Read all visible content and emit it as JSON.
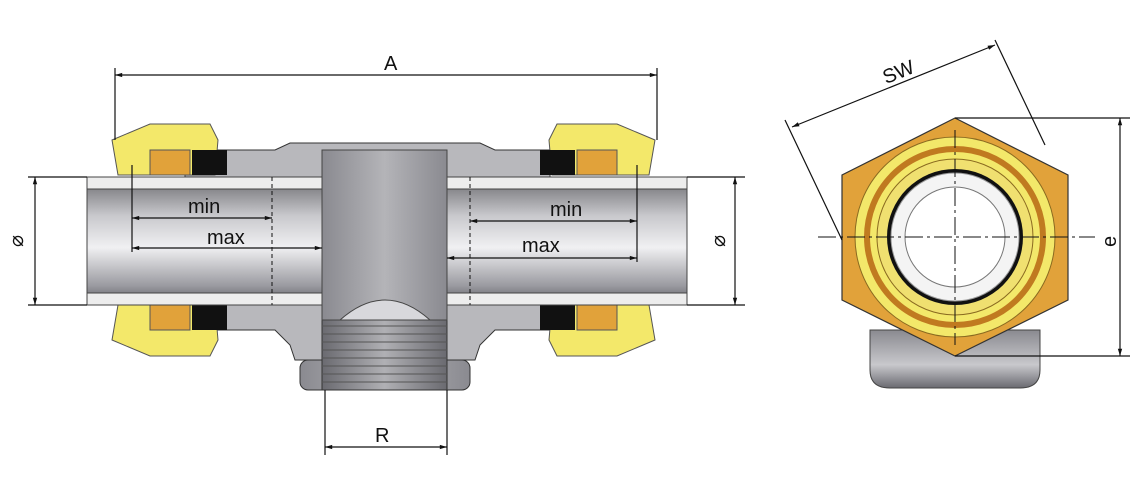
{
  "labels": {
    "overall_length": "A",
    "thread": "R",
    "diameter_left": "⌀",
    "diameter_right": "⌀",
    "insertion_min_left": "min",
    "insertion_max_left": "max",
    "insertion_min_right": "min",
    "insertion_max_right": "max",
    "wrench_size": "SW",
    "across_corners": "e"
  },
  "colors": {
    "brass_yellow": "#f3e86a",
    "brass_orange": "#e1a23a",
    "steel_gray": "#9a9a9e",
    "pipe_wall": "#ededed"
  }
}
